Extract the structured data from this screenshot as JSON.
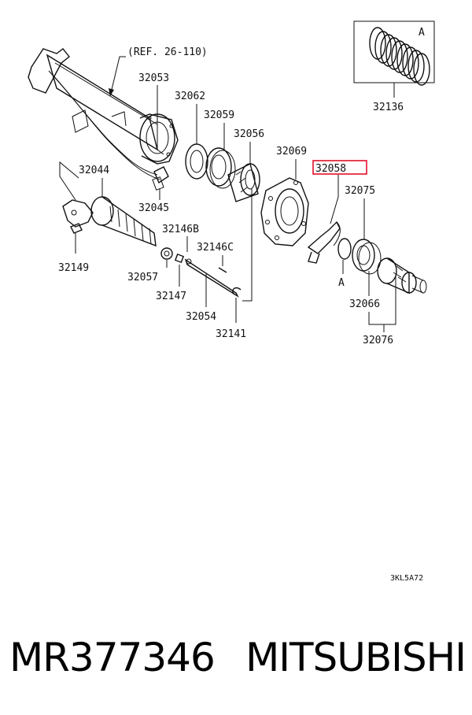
{
  "diagram": {
    "reference_note": "(REF. 26-110)",
    "drawing_code": "3KL5A72",
    "highlighted_part": "32058",
    "highlight_color": "#e0001b",
    "labels": {
      "p32053": "32053",
      "p32062": "32062",
      "p32059": "32059",
      "p32056": "32056",
      "p32069": "32069",
      "p32058": "32058",
      "p32075": "32075",
      "p32136": "32136",
      "p32044": "32044",
      "p32045": "32045",
      "p32146b": "32146B",
      "p32146c": "32146C",
      "p32149": "32149",
      "p32057": "32057",
      "p32147": "32147",
      "p32054": "32054",
      "p32141": "32141",
      "p32066": "32066",
      "p32076": "32076",
      "marker_a_inset": "A",
      "marker_a_main": "A"
    }
  },
  "caption": {
    "part_number": "MR377346",
    "brand": "MITSUBISHI"
  }
}
